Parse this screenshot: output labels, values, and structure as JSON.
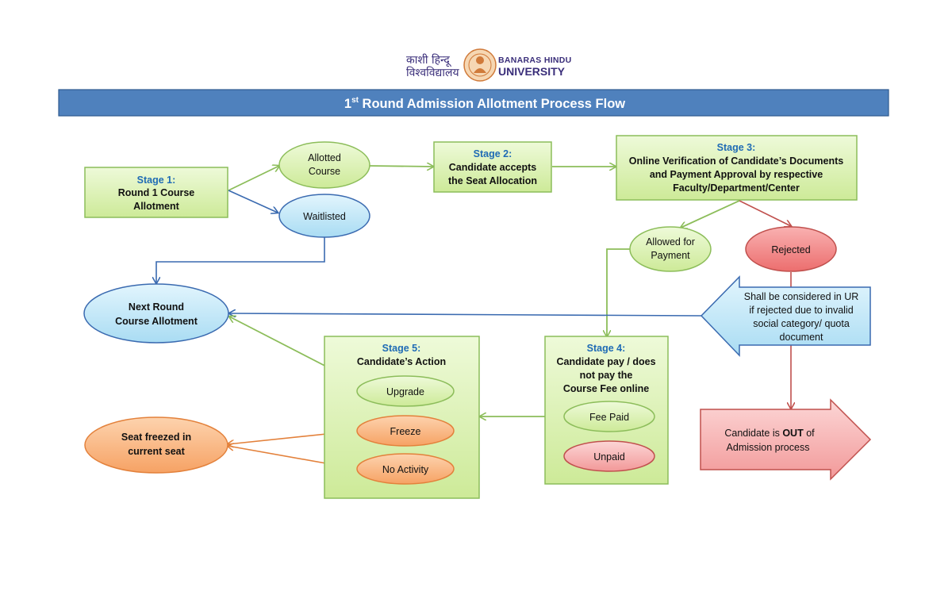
{
  "logo": {
    "hindi_line1": "काशी हिन्दू",
    "hindi_line2": "विश्वविद्यालय",
    "english_line1": "BANARAS HINDU",
    "english_line2": "UNIVERSITY"
  },
  "title": {
    "prefix": "1",
    "sup": "st",
    "rest": " Round Admission Allotment Process Flow"
  },
  "nodes": {
    "stage1": {
      "stage": "Stage 1:",
      "line1": "Round 1 Course",
      "line2": "Allotment"
    },
    "allotted": {
      "line1": "Allotted",
      "line2": "Course"
    },
    "waitlisted": {
      "label": "Waitlisted"
    },
    "stage2": {
      "stage": "Stage 2:",
      "line1": "Candidate accepts",
      "line2": "the Seat Allocation"
    },
    "stage3": {
      "stage": "Stage 3:",
      "line1": "Online Verification of Candidate’s Documents",
      "line2": "and Payment Approval by respective",
      "line3": "Faculty/Department/Center"
    },
    "allowed": {
      "line1": "Allowed for",
      "line2": "Payment"
    },
    "rejected": {
      "label": "Rejected"
    },
    "next_round": {
      "line1": "Next Round",
      "line2": "Course Allotment"
    },
    "ur_note": {
      "line1": "Shall be considered in UR",
      "line2": "if rejected  due to invalid",
      "line3": "social category/ quota",
      "line4": "document"
    },
    "stage5": {
      "stage": "Stage 5:",
      "line1": "Candidate’s Action"
    },
    "upgrade": {
      "label": "Upgrade"
    },
    "freeze": {
      "label": "Freeze"
    },
    "no_activity": {
      "label": "No Activity"
    },
    "stage4": {
      "stage": "Stage 4:",
      "line1": "Candidate pay / does",
      "line2": "not pay the",
      "line3": "Course Fee online"
    },
    "fee_paid": {
      "label": "Fee Paid"
    },
    "unpaid": {
      "label": "Unpaid"
    },
    "seat_freezed": {
      "line1": "Seat freezed in",
      "line2": "current seat"
    },
    "out": {
      "prefix": "Candidate is ",
      "bold": "OUT",
      "suffix": " of",
      "line2": "Admission process"
    }
  },
  "colors": {
    "green_fill": "#d7f0a8",
    "green_stroke": "#8cbd5a",
    "blue_fill": "#bfe6f7",
    "blue_stroke": "#3a6ab0",
    "red_fill": "#f07f7f",
    "red_stroke": "#c0504d",
    "orange_fill": "#f9b27a",
    "orange_stroke": "#e3813b",
    "title_bar": "#4f81bd",
    "stage_text": "#1f6bb5"
  }
}
